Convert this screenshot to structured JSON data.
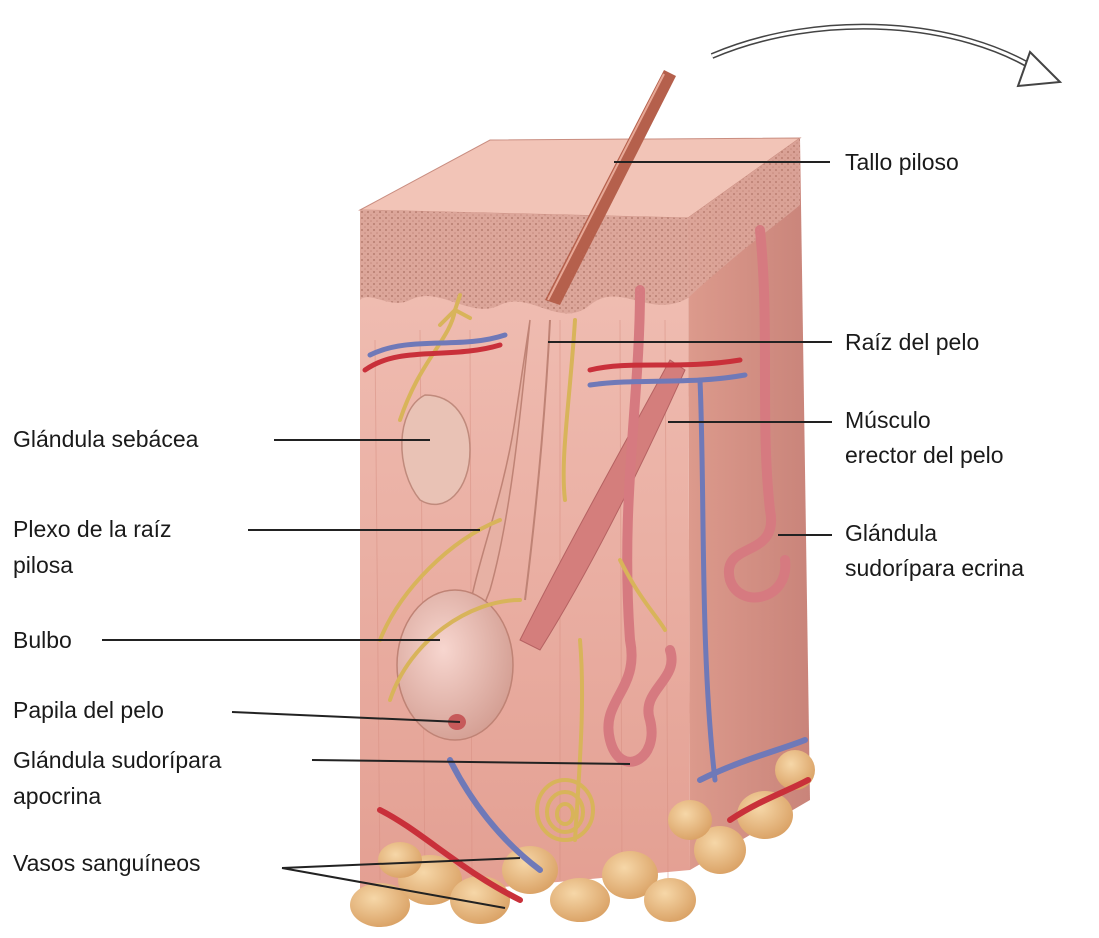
{
  "labels": {
    "tallo_piloso": "Tallo piloso",
    "raiz_del_pelo": "Raíz del pelo",
    "musculo_line1": "Músculo",
    "musculo_line2": "erector del pelo",
    "glandula_ecrina_line1": "Glándula",
    "glandula_ecrina_line2": "sudorípara ecrina",
    "glandula_sebacea": "Glándula sebácea",
    "plexo_line1": "Plexo de la raíz",
    "plexo_line2": "pilosa",
    "bulbo": "Bulbo",
    "papila": "Papila del pelo",
    "glandula_apocrina_line1": "Glándula sudorípara",
    "glandula_apocrina_line2": "apocrina",
    "vasos": "Vasos sanguíneos"
  },
  "colors": {
    "skin": "#eab1a6",
    "epidermis": "#d9a08f",
    "fat": "#e7b77b",
    "vein": "#6f79b8",
    "artery": "#c9303a",
    "nerve": "#d8b45a",
    "hair": "#b5604c"
  }
}
